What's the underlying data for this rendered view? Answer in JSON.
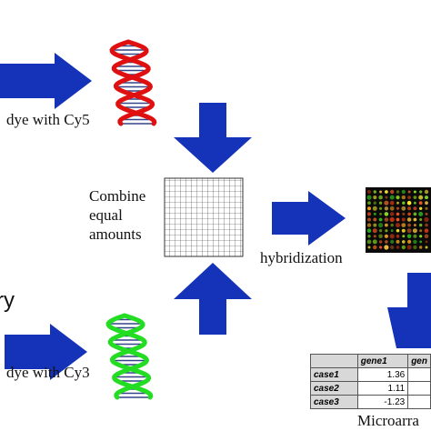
{
  "labels": {
    "cy5": "dye with Cy5",
    "cy3": "dye with Cy3",
    "combine": [
      "Combine",
      "equal",
      "amounts"
    ],
    "hybridization": "hybridization",
    "microarray": "Microarra",
    "partial_left": "ry"
  },
  "table": {
    "columns": [
      "",
      "gene1",
      "gen"
    ],
    "rows": [
      {
        "name": "case1",
        "gene1": "1.36",
        "gen": ""
      },
      {
        "name": "case2",
        "gene1": "1.11",
        "gen": ""
      },
      {
        "name": "case3",
        "gene1": "-1.23",
        "gen": ""
      }
    ]
  },
  "colors": {
    "arrow": "#1533b8",
    "dna_cy5": "#e01010",
    "dna_cy3": "#22dd22",
    "dna_backbone": "#334488"
  }
}
